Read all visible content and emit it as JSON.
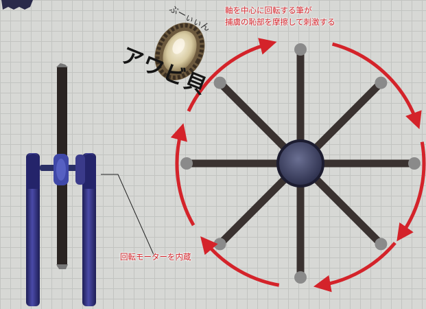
{
  "captions": {
    "top_line1": "軸を中心に回転する筆が",
    "top_line2": "捕虜の恥部を摩擦して刺激する",
    "motor": "回転モーターを内蔵"
  },
  "labels": {
    "abalone": "アワビ貝",
    "sound": "ぶーぃぃん"
  },
  "colors": {
    "arrow": "#d4232a",
    "frame": "#2f2f7a",
    "arm": "#3a3230",
    "hub": "#3a3d5c"
  },
  "icons": {
    "brush_wheel": "rotating-brush-wheel",
    "frame": "machine-frame",
    "shell": "abalone-shell"
  }
}
